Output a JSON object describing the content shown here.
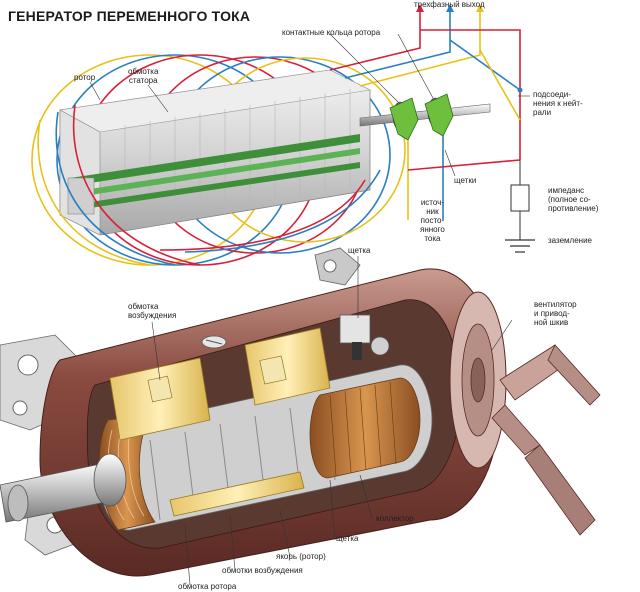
{
  "title": "ГЕНЕРАТОР ПЕРЕМЕННОГО ТОКА",
  "labels": {
    "three_phase_output": "трехфазный выход",
    "slip_rings": "контактные кольца ротора",
    "rotor": "ротор",
    "stator_winding": [
      "обмотка",
      "статора"
    ],
    "neutral_connection": [
      "подсоеди-",
      "нения к нейт-",
      "рали"
    ],
    "brushes": "щетки",
    "dc_source": [
      "источ-",
      "ник",
      "посто-",
      "янного",
      "тока"
    ],
    "impedance": [
      "импеданс",
      "(полное со-",
      "противление)"
    ],
    "ground": "заземление",
    "brush": "щетка",
    "field_winding_top": [
      "обмотка",
      "возбуждения"
    ],
    "fan_pulley": [
      "вентилятор",
      "и привод-",
      "ной шкив"
    ],
    "commutator": "коллектор",
    "brush_bottom": "щетка",
    "armature": "якорь (ротор)",
    "field_windings": "обмотки возбуждения",
    "rotor_winding": "обмотка ротора"
  },
  "colors": {
    "red_wire": "#d8203a",
    "blue_wire": "#2a7fc0",
    "yellow_wire": "#e8c21a",
    "copper": "#b9743a",
    "steel": "#d9d9d9",
    "housing": "#8a4b40",
    "green_winding": "#3f8f3a"
  }
}
